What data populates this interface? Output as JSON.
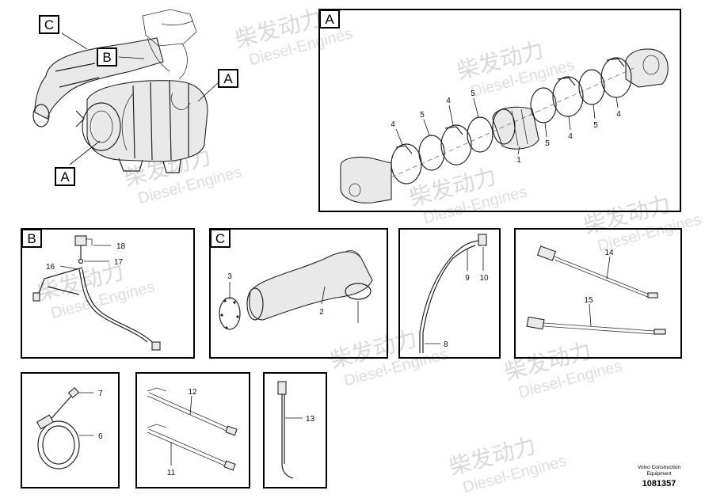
{
  "watermark": {
    "brand_cn": "柴发动力",
    "brand_en": "Diesel-Engines"
  },
  "overview": {
    "labels": [
      "C",
      "B",
      "A",
      "A"
    ]
  },
  "panel_a": {
    "title": "A",
    "numbers": [
      "4",
      "5",
      "4",
      "5",
      "1",
      "5",
      "4",
      "5",
      "4"
    ]
  },
  "panel_b": {
    "title": "B",
    "numbers": [
      "18",
      "16",
      "17"
    ]
  },
  "panel_c": {
    "title": "C",
    "numbers": [
      "3",
      "2"
    ]
  },
  "panel_d": {
    "numbers": [
      "9",
      "10",
      "8"
    ]
  },
  "panel_e": {
    "numbers": [
      "14",
      "15"
    ]
  },
  "panel_f": {
    "numbers": [
      "7",
      "6"
    ]
  },
  "panel_g": {
    "numbers": [
      "12",
      "11"
    ]
  },
  "panel_h": {
    "numbers": [
      "13"
    ]
  },
  "footer": {
    "line1": "Volvo Construction",
    "line2": "Equipment",
    "doc_number": "1081357"
  }
}
